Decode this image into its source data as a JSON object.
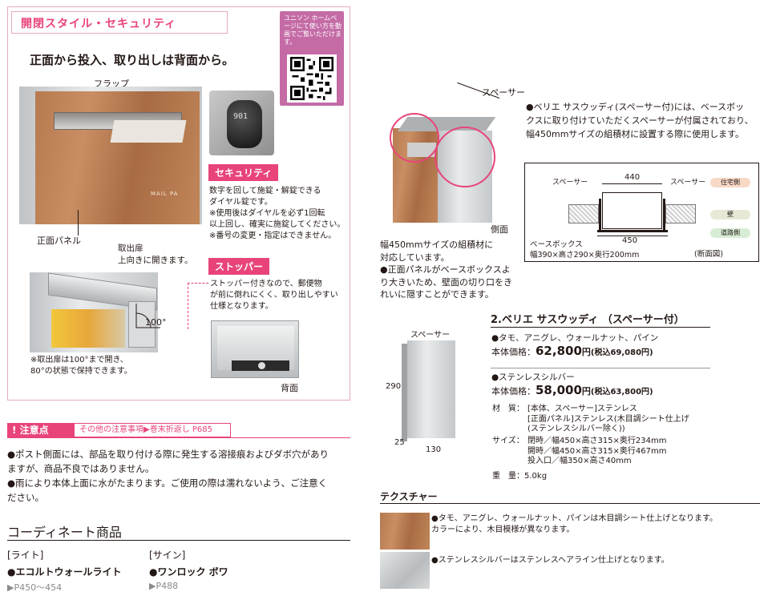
{
  "section": {
    "title": "開閉スタイル・セキュリティ",
    "qr_text": "ユニソン ホームページにて使い方を動画でご覧いただけます。",
    "main_heading": "正面から投入、取り出しは背面から。",
    "labels": {
      "flap": "フラップ",
      "front_panel": "正面パネル",
      "door": "取出扉",
      "door_sub": "上向きに開きます。",
      "angle": "100°",
      "back": "背面",
      "mail_logo": "MAIL PA"
    },
    "door_note": [
      "※取出扉は100°まで開き、",
      "80°の状態で保持できます。"
    ],
    "security": {
      "tag": "セキュリティ",
      "lines": [
        "数字を回して施錠・解錠できる",
        "ダイヤル錠です。",
        "※使用後はダイヤルを必ず1回転",
        "以上回し、確実に施錠してください。",
        "※番号の変更・指定はできません。"
      ]
    },
    "stopper": {
      "tag": "ストッパー",
      "lines": [
        "ストッパー付きなので、郵便物",
        "が前に倒れにくく、取り出しやすい",
        "仕様となります。"
      ]
    }
  },
  "caution": {
    "tag": "注意点",
    "link": "その他の注意事項▶巻末折返し P685",
    "lines": [
      "●ポスト側面には、部品を取り付ける際に発生する溶接痕およびダボ穴があり",
      "ますが、商品不良ではありません。",
      "●雨により本体上面に水がたまります。ご使用の際は濡れないよう、ご注意く",
      "ださい。"
    ]
  },
  "coordinate": {
    "title": "コーディネート商品",
    "items": [
      {
        "category": "[ライト]",
        "name": "●エコルトウォールライト",
        "page": "▶P450〜454"
      },
      {
        "category": "[サイン]",
        "name": "●ワンロック ボワ",
        "page": "▶P488"
      }
    ]
  },
  "spacer_info": {
    "label_spacer": "スペーサー",
    "label_side": "側面",
    "bullet1_lines": [
      "●ベリエ サスウッディ(スペーサー付)には、ベースボッ",
      "クスに取り付けていただくスペーサーが付属されており、",
      "幅450mmサイズの組積材に設置する際に使用します。"
    ],
    "left_lines": [
      "幅450mmサイズの組積材に",
      "対応しています。",
      "●正面パネルがベースボックスよ",
      "り大きいため、壁面の切り口をき",
      "れいに隠すことができます。"
    ],
    "diagram": {
      "spacer_left": "スペーサー",
      "spacer_right": "スペーサー",
      "dim_top": "440",
      "dim_bottom": "450",
      "base_box": "ベースボックス",
      "base_dims": "幅390×高さ290×奥行200mm",
      "section": "(断面図)",
      "legend": [
        "住宅側",
        "壁",
        "道路側"
      ]
    }
  },
  "product": {
    "title": "2.ベリエ サスウッディ （スペーサー付）",
    "spacer_label": "スペーサー",
    "dim_h": "290",
    "dim_d": "25",
    "dim_w": "130",
    "wood_colors": "●タモ、アニグレ、ウォールナット、パイン",
    "price_label": "本体価格：",
    "wood_price": "62,800",
    "wood_price_unit": "円",
    "wood_price_tax": "(税込69,080円)",
    "steel_colors": "●ステンレスシルバー",
    "steel_price": "58,000",
    "steel_price_unit": "円",
    "steel_price_tax": "(税込63,800円)",
    "material_label": "材　質：",
    "material_lines": [
      "[本体、スペーサー]ステンレス",
      "[正面パネル]ステンレス(木目調シート仕上げ",
      "(ステンレスシルバー除く))"
    ],
    "size_label": "サイズ：",
    "size_lines": [
      "閉時／幅450×高さ315×奥行234mm",
      "開時／幅450×高さ315×奥行467mm",
      "投入口／幅350×高さ40mm"
    ],
    "weight_label": "重　量：",
    "weight": "5.0kg"
  },
  "texture": {
    "title": "テクスチャー",
    "wood_lines": [
      "●タモ、アニグレ、ウォールナット、パインは木目調シート仕上げとなります。",
      "カラーにより、木目模様が異なります。"
    ],
    "steel_line": "●ステンレスシルバーはステンレスヘアライン仕上げとなります。"
  },
  "colors": {
    "accent": "#e8447a",
    "qr_bg": "#c46ba6",
    "wood": "#b77a50",
    "steel": "#c9cccd"
  }
}
